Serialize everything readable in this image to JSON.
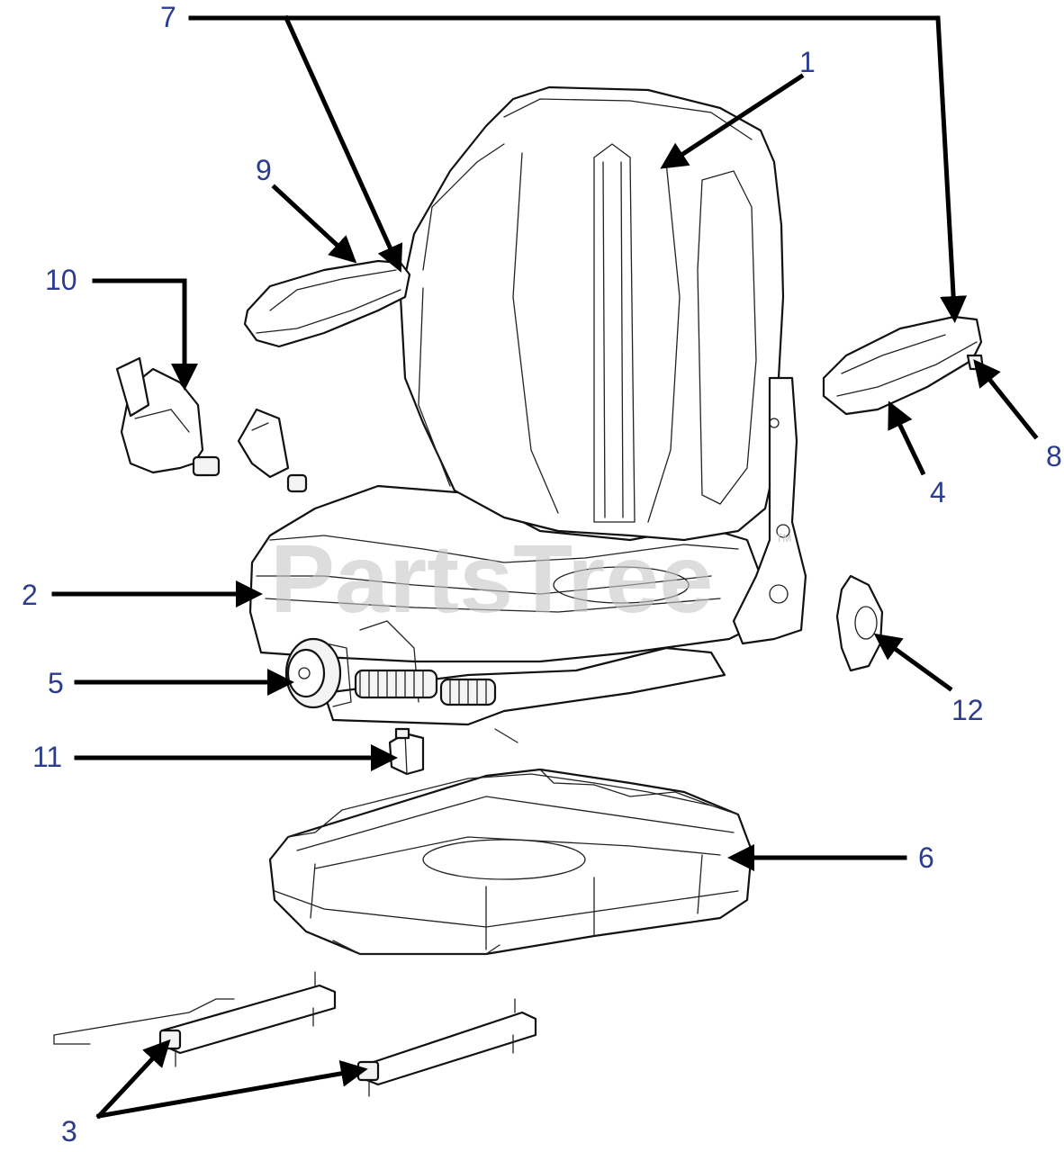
{
  "watermark": "PartsTree",
  "watermark_tm": "TM",
  "callouts": {
    "c1": "1",
    "c2": "2",
    "c3": "3",
    "c4": "4",
    "c5": "5",
    "c6": "6",
    "c7": "7",
    "c8": "8",
    "c9": "9",
    "c10": "10",
    "c11": "11",
    "c12": "12"
  },
  "colors": {
    "callout_text": "#2b3c8f",
    "leader_lines": "#000000",
    "watermark": "#c8c8c8"
  }
}
